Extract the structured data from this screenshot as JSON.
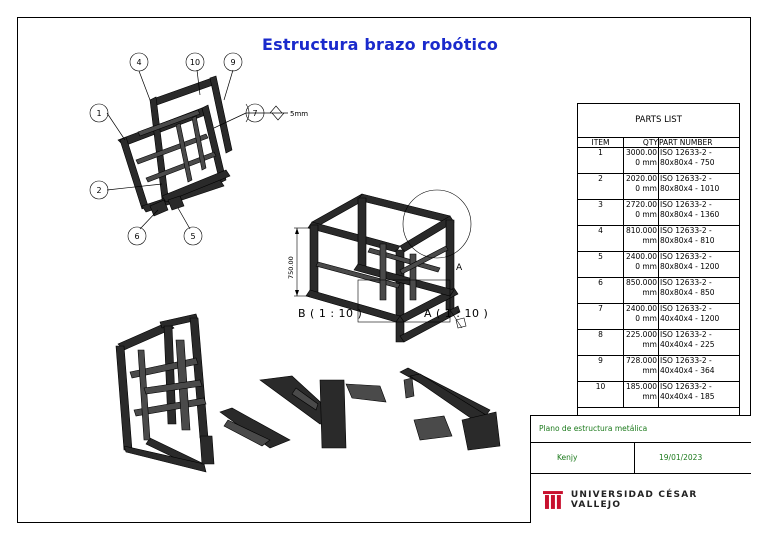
{
  "title": "Estructura brazo robótico",
  "balloons": [
    "1",
    "2",
    "4",
    "10",
    "9",
    "7",
    "6",
    "5"
  ],
  "weld_note": "5mm",
  "dimension_text": "750.00",
  "detail_labels": {
    "detail_a_marker": "A",
    "view_b": "B ( 1 : 10 )",
    "view_a": "A ( 1 : 10 )"
  },
  "parts_list": {
    "title": "PARTS LIST",
    "headers": [
      "ITEM",
      "QTY",
      "PART NUMBER"
    ],
    "rows": [
      {
        "item": "1",
        "qty": "3000.00 0 mm",
        "part": "ISO 12633-2 - 80x80x4 - 750"
      },
      {
        "item": "2",
        "qty": "2020.00 0 mm",
        "part": "ISO 12633-2 - 80x80x4 - 1010"
      },
      {
        "item": "3",
        "qty": "2720.00 0 mm",
        "part": "ISO 12633-2 - 80x80x4 - 1360"
      },
      {
        "item": "4",
        "qty": "810.000 mm",
        "part": "ISO 12633-2 - 80x80x4 - 810"
      },
      {
        "item": "5",
        "qty": "2400.00 0 mm",
        "part": "ISO 12633-2 - 80x80x4 - 1200"
      },
      {
        "item": "6",
        "qty": "850.000 mm",
        "part": "ISO 12633-2 - 80x80x4 - 850"
      },
      {
        "item": "7",
        "qty": "2400.00 0 mm",
        "part": "ISO 12633-2 - 40x40x4 - 1200"
      },
      {
        "item": "8",
        "qty": "225.000 mm",
        "part": "ISO 12633-2 - 40x40x4 - 225"
      },
      {
        "item": "9",
        "qty": "728.000 mm",
        "part": "ISO 12633-2 - 40x40x4 - 364"
      },
      {
        "item": "10",
        "qty": "185.000 mm",
        "part": "ISO 12633-2 - 40x40x4 - 185"
      }
    ]
  },
  "title_block": {
    "drawing_name": "Plano de estructura metálica",
    "author": "Kenjy",
    "date": "19/01/2023",
    "university": "UNIVERSIDAD CÉSAR VALLEJO",
    "logo_icon": "ucv-logo-icon",
    "accent_color": "#c8102e",
    "text_color": "#1c7a1c"
  }
}
